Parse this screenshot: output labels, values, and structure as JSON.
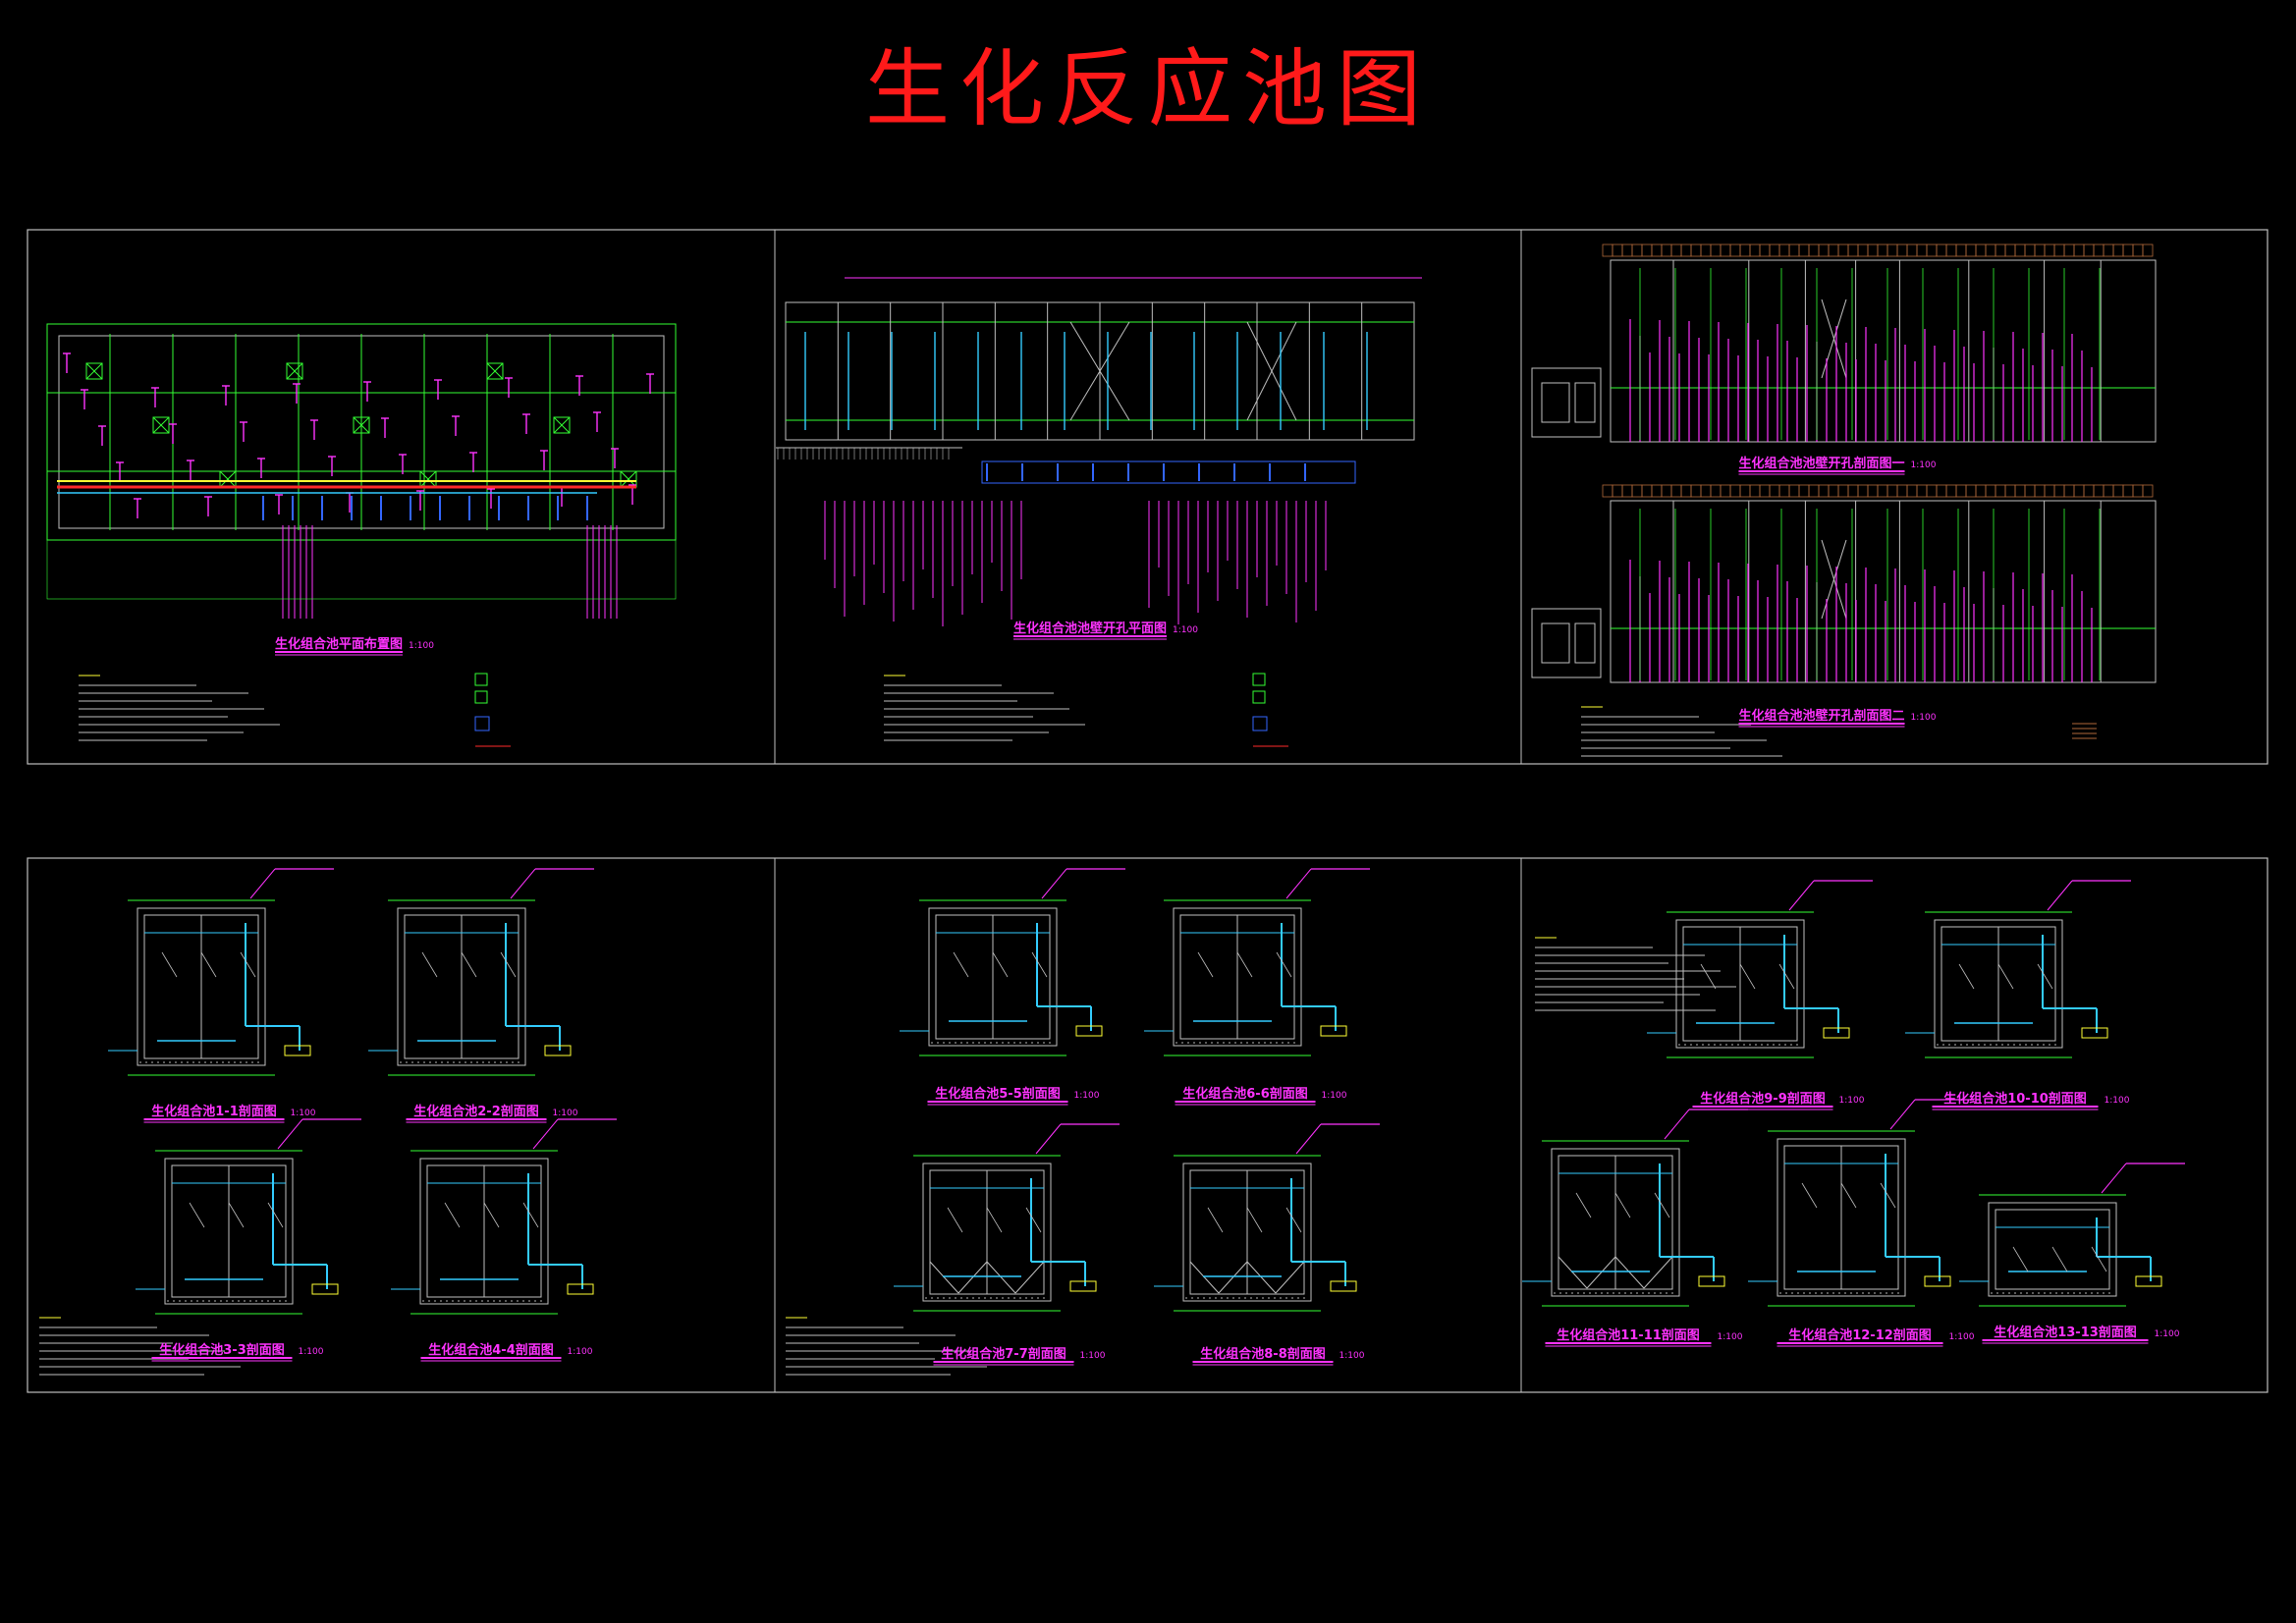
{
  "title": "生化反应池图",
  "colors": {
    "background": "#000000",
    "title": "#ff1a1a",
    "frame": "#bfbfbf",
    "magenta": "#ff33ff",
    "green": "#33ff33",
    "cyan": "#33ccff",
    "yellow": "#ffff33",
    "red": "#ff2a2a",
    "blue": "#3366ff",
    "brown": "#b0683a"
  },
  "sheets": {
    "plan": {
      "caption": "生化组合池平面布置图",
      "scale": "1:100"
    },
    "pipe_plan": {
      "caption": "生化组合池池壁开孔平面图",
      "scale": "1:100"
    },
    "hole_section_top": {
      "caption": "生化组合池池壁开孔剖面图一",
      "scale": "1:100"
    },
    "hole_section_bottom": {
      "caption": "生化组合池池壁开孔剖面图二",
      "scale": "1:100"
    }
  },
  "sections": [
    {
      "caption": "生化组合池1-1剖面图",
      "scale": "1:100"
    },
    {
      "caption": "生化组合池2-2剖面图",
      "scale": "1:100"
    },
    {
      "caption": "生化组合池3-3剖面图",
      "scale": "1:100"
    },
    {
      "caption": "生化组合池4-4剖面图",
      "scale": "1:100"
    },
    {
      "caption": "生化组合池5-5剖面图",
      "scale": "1:100"
    },
    {
      "caption": "生化组合池6-6剖面图",
      "scale": "1:100"
    },
    {
      "caption": "生化组合池7-7剖面图",
      "scale": "1:100"
    },
    {
      "caption": "生化组合池8-8剖面图",
      "scale": "1:100"
    },
    {
      "caption": "生化组合池9-9剖面图",
      "scale": "1:100"
    },
    {
      "caption": "生化组合池10-10剖面图",
      "scale": "1:100"
    },
    {
      "caption": "生化组合池11-11剖面图",
      "scale": "1:100"
    },
    {
      "caption": "生化组合池12-12剖面图",
      "scale": "1:100"
    },
    {
      "caption": "生化组合池13-13剖面图",
      "scale": "1:100"
    }
  ]
}
